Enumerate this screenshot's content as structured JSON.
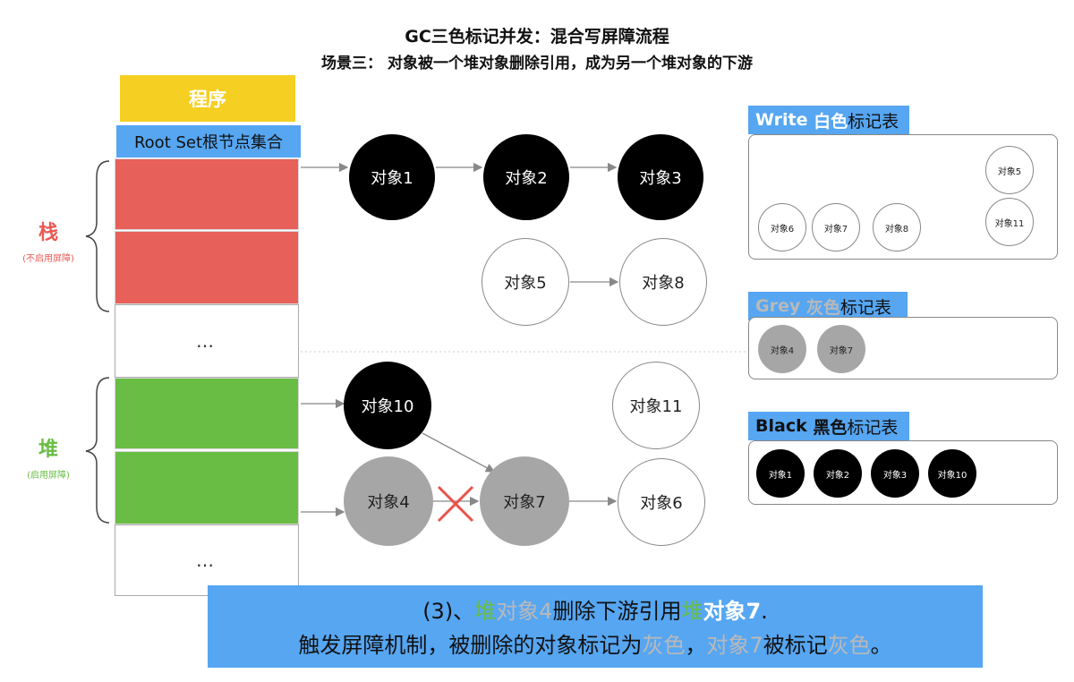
{
  "title": "GC三色标记并发：混合写屏障流程",
  "subtitle": "场景三：  对象被一个堆对象删除引用，成为另一个堆对象的下游",
  "program_label": "程序",
  "root_set_label": "Root Set根节点集合",
  "ellipsis": "…",
  "stack": {
    "label": "栈",
    "sub": "(不启用屏障)"
  },
  "heap": {
    "label": "堆",
    "sub": "(启用屏障)"
  },
  "nodes": {
    "obj1": "对象1",
    "obj2": "对象2",
    "obj3": "对象3",
    "obj5": "对象5",
    "obj8": "对象8",
    "obj10": "对象10",
    "obj11": "对象11",
    "obj4": "对象4",
    "obj7": "对象7",
    "obj6": "对象6"
  },
  "tables": {
    "white": {
      "en": "Write",
      "cn": "白色",
      "suffix": "标记表",
      "items": [
        "对象5",
        "对象6",
        "对象7",
        "对象8",
        "对象11"
      ]
    },
    "grey": {
      "en": "Grey",
      "cn": "灰色",
      "suffix": "标记表",
      "items": [
        "对象4",
        "对象7"
      ]
    },
    "black": {
      "en": "Black",
      "cn": "黑色",
      "suffix": "标记表",
      "items": [
        "对象1",
        "对象2",
        "对象3",
        "对象10"
      ]
    }
  },
  "caption": {
    "l1_a": "(3)、",
    "l1_b": "堆",
    "l1_c": "对象4",
    "l1_d": "删除下游引用",
    "l1_e": "堆",
    "l1_f": "对象7",
    "l1_g": ".",
    "l2_a": "触发屏障机制，被删除的对象标记为",
    "l2_b": "灰色",
    "l2_c": "，",
    "l2_d": "对象7",
    "l2_e": "被标记",
    "l2_f": "灰色",
    "l2_g": "。"
  },
  "colors": {
    "program": "#f5cf22",
    "rootset": "#56a6f2",
    "stack": "#e7605a",
    "heap": "#69bd44",
    "grey_node": "#a6a6a6",
    "cross": "#e8544c"
  }
}
